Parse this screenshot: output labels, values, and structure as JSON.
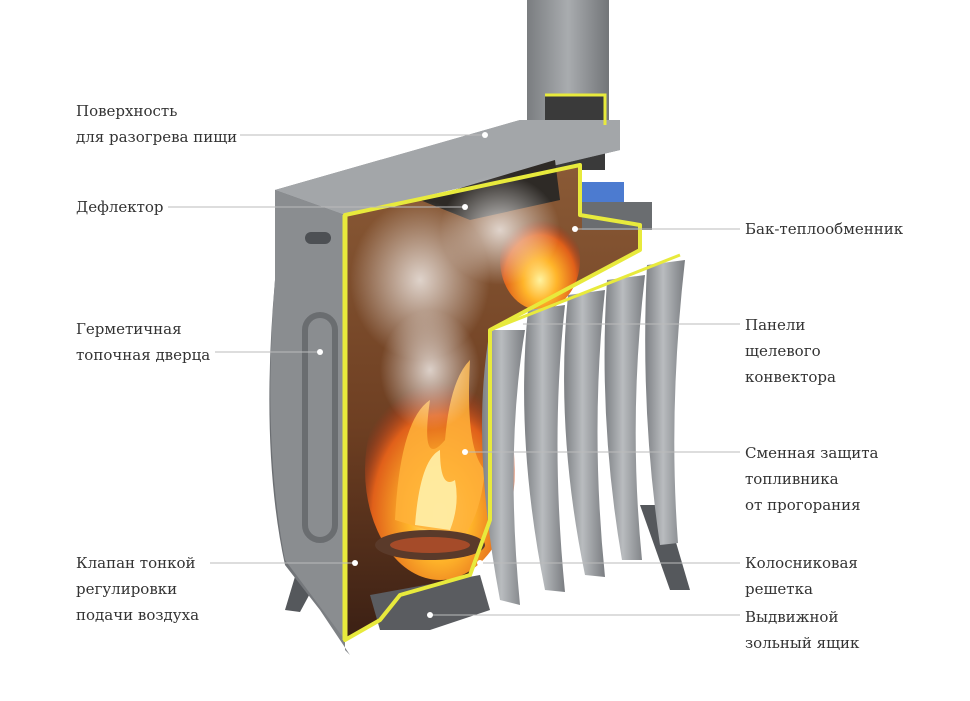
{
  "labels": {
    "cooking_surface": "Поверхность\nдля разогрева пищи",
    "deflector": "Дефлектор",
    "door": "Герметичная\nтопочная дверца",
    "air_valve": "Клапан тонкой\nрегулировки\nподачи воздуха",
    "heat_tank": "Бак-теплообменник",
    "convector_panels": "Панели\nщелевого\nконвектора",
    "firebox_protection": "Сменная защита\nтопливника\nот прогорания",
    "grate": "Колосниковая\nрешетка",
    "ash_drawer": "Выдвижной\nзольный ящик"
  },
  "colors": {
    "metal": "#8d9093",
    "metal_dark": "#5f6266",
    "outline": "#e8ea3c",
    "fire": "#f5a020",
    "firebox_interior": "#7a4a2c",
    "leader_line": "#bbbbbb"
  }
}
